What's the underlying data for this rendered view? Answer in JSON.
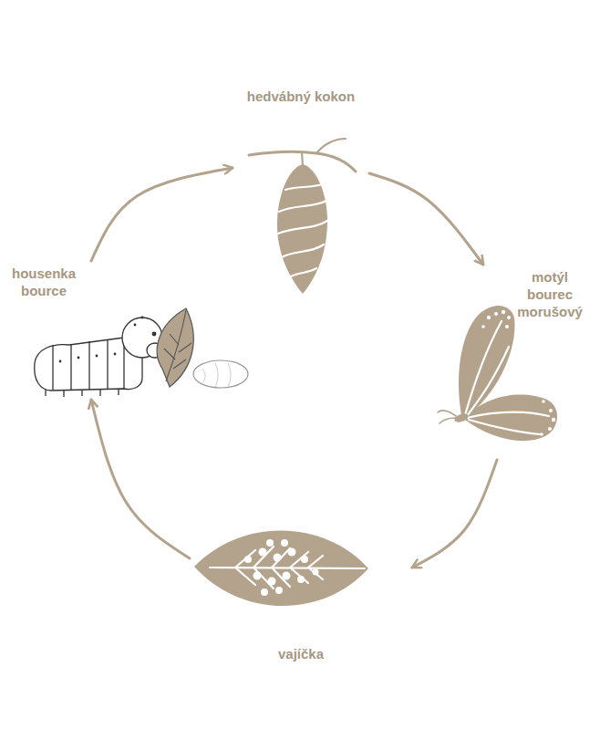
{
  "diagram": {
    "nodes": [
      {
        "text": [
          "hedvábný kokon"
        ]
      },
      {
        "text": [
          "motýl bourec morušový"
        ]
      },
      {
        "text": [
          "vajíčka"
        ]
      },
      {
        "text": [
          "housenka bource"
        ]
      }
    ],
    "edges": [
      {
        "from": 0,
        "to": 1,
        "arrow": "to"
      },
      {
        "from": 1,
        "to": 2,
        "arrow": "to"
      },
      {
        "from": 2,
        "to": 3,
        "arrow": "to"
      },
      {
        "from": 3,
        "to": 0,
        "arrow": "to"
      }
    ]
  }
}
